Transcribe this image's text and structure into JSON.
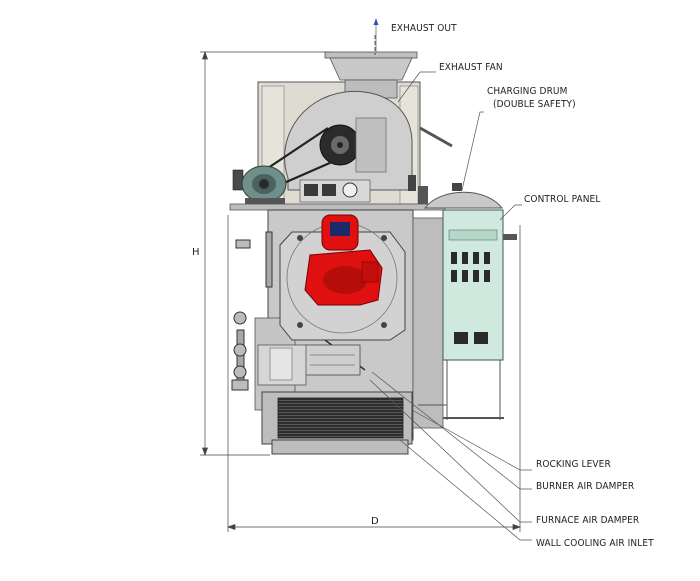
{
  "labels": {
    "exhaust_out": "EXHAUST OUT",
    "exhaust_fan": "EXHAUST FAN",
    "charging_drum_line1": "CHARGING DRUM",
    "charging_drum_line2": "(DOUBLE SAFETY)",
    "control_panel": "CONTROL PANEL",
    "rocking_lever": "ROCKING LEVER",
    "burner_air_damper": "BURNER AIR DAMPER",
    "furnace_air_damper": "FURNACE AIR DAMPER",
    "wall_cooling_air_inlet": "WALL COOLING AIR INLET"
  },
  "dimensions": {
    "height_label": "H",
    "depth_label": "D"
  },
  "colors": {
    "burner": "#e01010",
    "control_panel": "#cfe9df",
    "body": "#c9c9c9",
    "upper_body": "#dedcd2",
    "dark_grille": "#3a3a3a"
  }
}
